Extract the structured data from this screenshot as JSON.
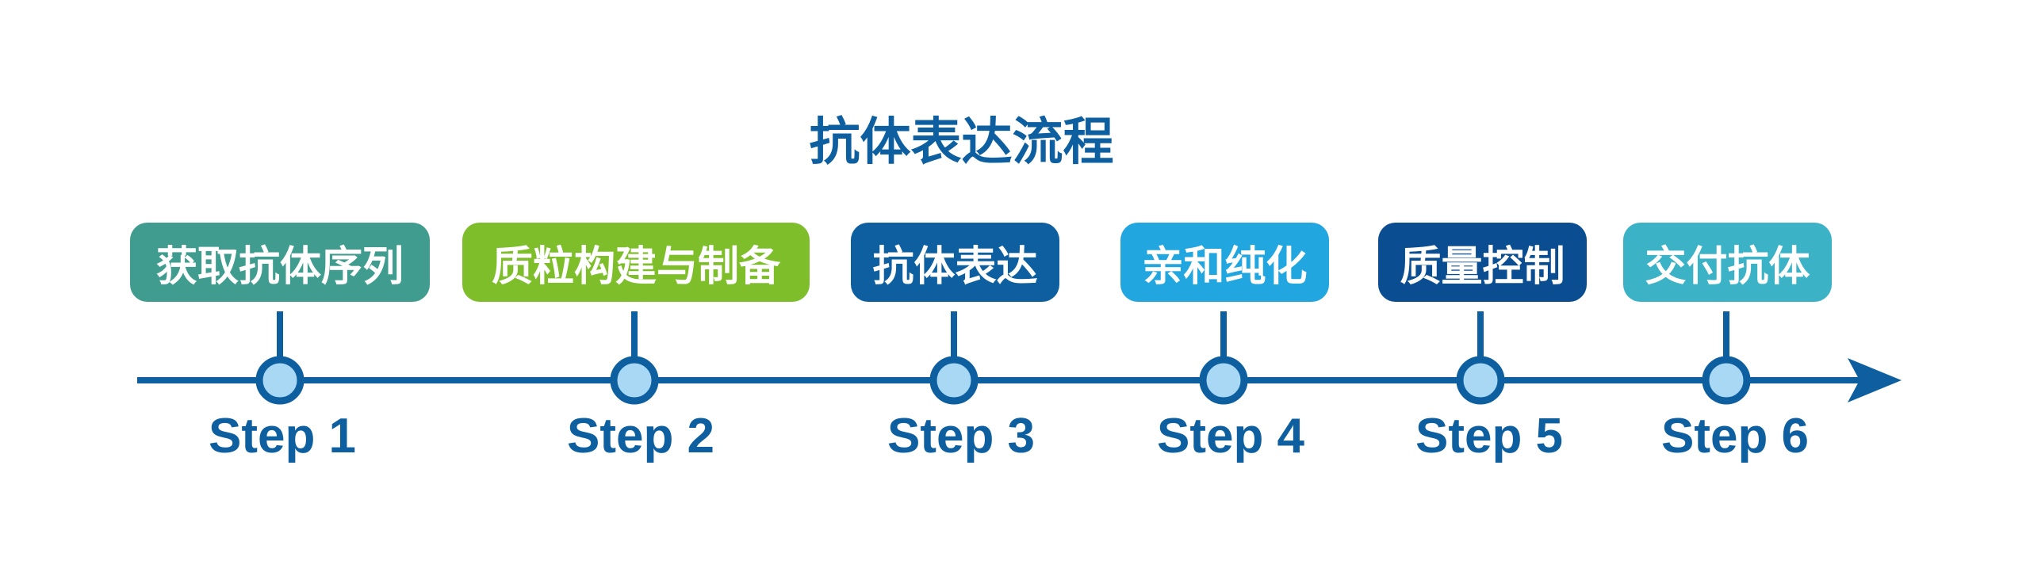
{
  "diagram": {
    "title": "抗体表达流程",
    "colors": {
      "line": "#0e5fa0",
      "node_fill": "#a9d8f5",
      "text": "#0e5fa0"
    },
    "steps": [
      {
        "box_text": "获取抗体序列",
        "step_label": "Step 1",
        "color": "#3f9c8f"
      },
      {
        "box_text": "质粒构建与制备",
        "step_label": "Step 2",
        "color": "#7fbe2b"
      },
      {
        "box_text": "抗体表达",
        "step_label": "Step 3",
        "color": "#0e5fa0"
      },
      {
        "box_text": "亲和纯化",
        "step_label": "Step 4",
        "color": "#22a6e0"
      },
      {
        "box_text": "质量控制",
        "step_label": "Step 5",
        "color": "#0a4d90"
      },
      {
        "box_text": "交付抗体",
        "step_label": "Step 6",
        "color": "#3bb2c6"
      }
    ]
  }
}
